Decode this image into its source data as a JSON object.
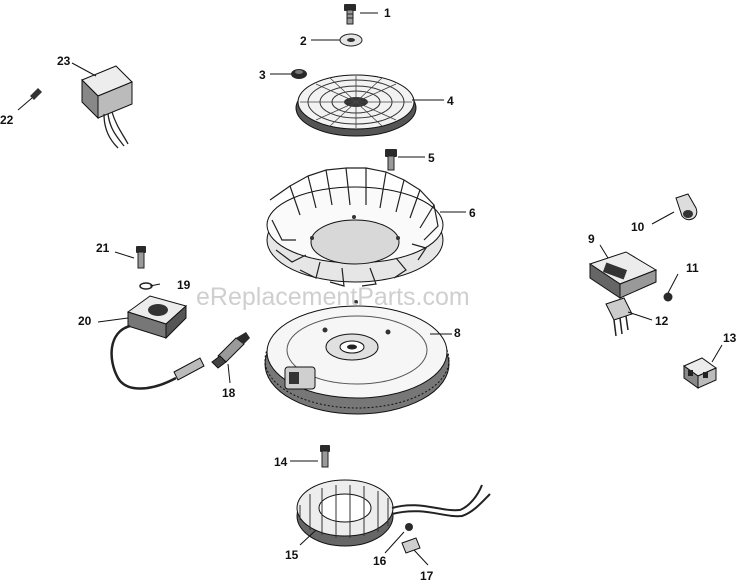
{
  "watermark": "eReplacementParts.com",
  "callouts": [
    "1",
    "2",
    "3",
    "4",
    "5",
    "6",
    "8",
    "9",
    "10",
    "11",
    "12",
    "13",
    "14",
    "15",
    "16",
    "17",
    "18",
    "19",
    "20",
    "21",
    "22",
    "23"
  ]
}
